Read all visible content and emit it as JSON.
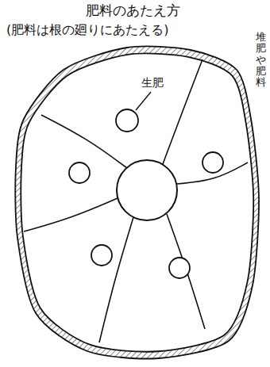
{
  "diagram": {
    "title": "肥料のあたえ方",
    "labels": [
      "(肥料は根の廻りにあたえる)",
      "生肥",
      "堆肥や肥料"
    ]
  }
}
